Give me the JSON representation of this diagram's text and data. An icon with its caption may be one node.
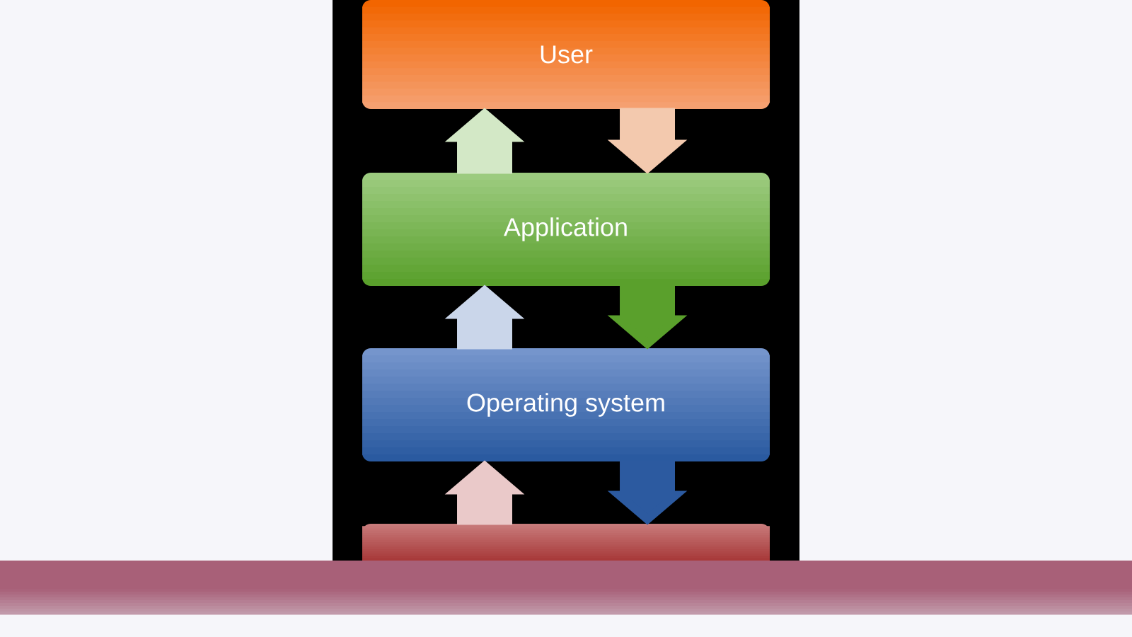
{
  "diagram": {
    "nodes": [
      {
        "text": [
          "User"
        ]
      },
      {
        "text": [
          "Application"
        ]
      },
      {
        "text": [
          "Operating system"
        ]
      },
      {
        "text": [],
        "shape": "box"
      }
    ],
    "edges": [
      {
        "from": 0,
        "to": 1,
        "arrow": "to",
        "color": "#f3c9ae"
      },
      {
        "from": 1,
        "to": 0,
        "arrow": "to",
        "color": "#d3e8c6"
      },
      {
        "from": 1,
        "to": 2,
        "arrow": "to",
        "color": "#5aa02c"
      },
      {
        "from": 2,
        "to": 1,
        "arrow": "to",
        "color": "#cad6ea"
      },
      {
        "from": 2,
        "to": 3,
        "arrow": "to",
        "color": "#2c5aa0"
      },
      {
        "from": 3,
        "to": 2,
        "arrow": "to",
        "color": "#eac9c9"
      }
    ]
  }
}
